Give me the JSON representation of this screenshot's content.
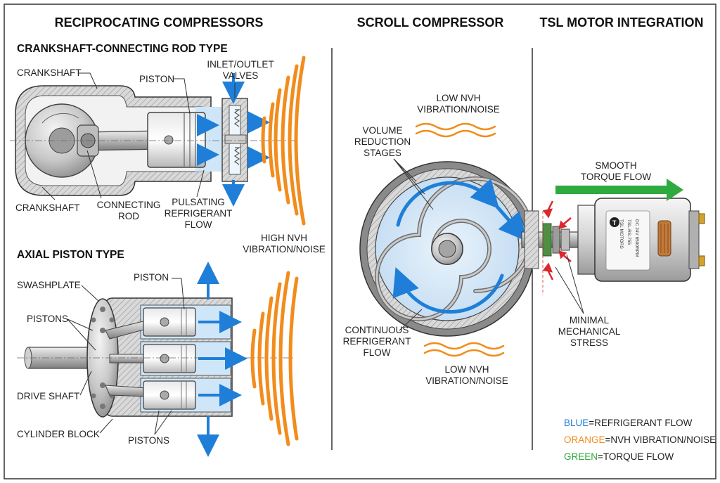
{
  "headers": {
    "reciprocating": "RECIPROCATING COMPRESSORS",
    "scroll": "SCROLL COMPRESSOR",
    "tsl": "TSL MOTOR INTEGRATION"
  },
  "subheaders": {
    "crankshaft_type": "CRANKSHAFT-CONNECTING ROD TYPE",
    "axial_type": "AXIAL PISTON TYPE"
  },
  "labels": {
    "crankshaft_top": "CRANKSHAFT",
    "piston_top": "PISTON",
    "inlet_outlet_1": "INLET/OUTLET",
    "inlet_outlet_2": "VALVES",
    "crankshaft_bottom": "CRANKSHAFT",
    "connecting_rod_1": "CONNECTING",
    "connecting_rod_2": "ROD",
    "pulsating_1": "PULSATING",
    "pulsating_2": "REFRIGERANT",
    "pulsating_3": "FLOW",
    "high_nvh_1": "HIGH NVH",
    "high_nvh_2": "VIBRATION/NOISE",
    "swashplate": "SWASHPLATE",
    "piston_axial": "PISTON",
    "pistons_top": "PISTONS",
    "drive_shaft": "DRIVE SHAFT",
    "cylinder_block": "CYLINDER BLOCK",
    "pistons_bottom": "PISTONS",
    "low_nvh_top_1": "LOW NVH",
    "low_nvh_top_2": "VIBRATION/NOISE",
    "volume_1": "VOLUME",
    "volume_2": "REDUCTION",
    "volume_3": "STAGES",
    "continuous_1": "CONTINUOUS",
    "continuous_2": "REFRIGERANT",
    "continuous_3": "FLOW",
    "low_nvh_bottom_1": "LOW NVH",
    "low_nvh_bottom_2": "VIBRATION/NOISE",
    "smooth_1": "SMOOTH",
    "smooth_2": "TORQUE FLOW",
    "minimal_1": "MINIMAL",
    "minimal_2": "MECHANICAL",
    "minimal_3": "STRESS"
  },
  "motor_label": {
    "brand": "TSL MOTORS",
    "model": "TSL-RS-755",
    "spec": "DC 24V 6500RPM"
  },
  "legend": {
    "blue_key": "BLUE",
    "blue_text": "=REFRIGERANT FLOW",
    "orange_key": "ORANGE",
    "orange_text": "=NVH VIBRATION/NOISE",
    "green_key": "GREEN",
    "green_text": "=TORQUE FLOW"
  },
  "colors": {
    "refrigerant": "#1f7fd8",
    "nvh": "#f28c1c",
    "torque": "#2faa3f",
    "stress": "#d9282f"
  }
}
